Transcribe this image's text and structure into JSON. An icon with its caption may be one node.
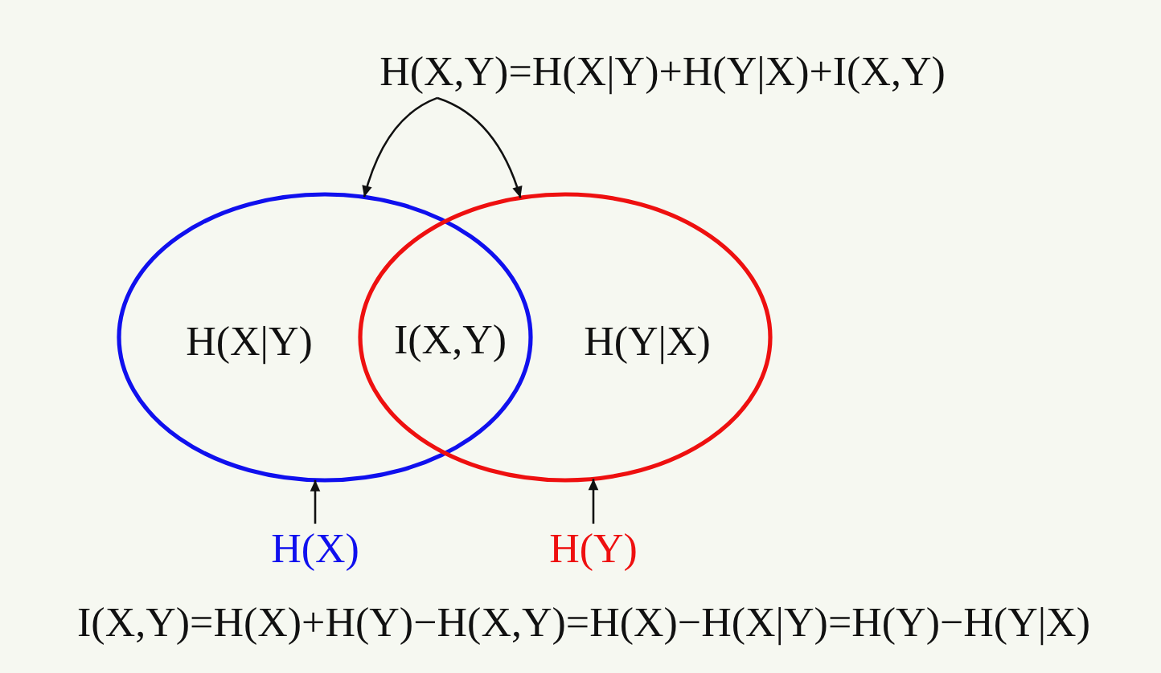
{
  "diagram": {
    "nodes": [
      {
        "text": [
          "H(X,Y)=H(X|Y)+H(Y|X)+I(X,Y)"
        ]
      },
      {
        "text": [
          "H(X|Y)"
        ]
      },
      {
        "text": [
          "H(Y|X)"
        ]
      },
      {
        "text": [
          "H(X)"
        ]
      },
      {
        "text": [
          "H(Y)"
        ]
      }
    ],
    "edges": [
      {
        "from": 0,
        "to": 1,
        "arrow": "to"
      },
      {
        "from": 0,
        "to": 2,
        "arrow": "to"
      },
      {
        "from": 3,
        "to": 1,
        "arrow": "to"
      },
      {
        "from": 4,
        "to": 2,
        "arrow": "to"
      }
    ],
    "labels": [
      "I(X,Y)",
      "I(X,Y)=H(X)+H(Y)−H(X,Y)=H(X)−H(X|Y)=H(Y)−H(Y|X)"
    ]
  }
}
